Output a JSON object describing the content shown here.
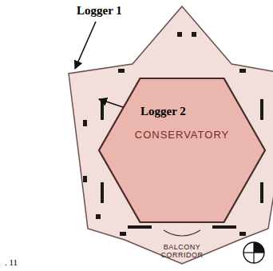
{
  "diagram": {
    "nodes": [
      {
        "text": [
          "CONSERVATORY"
        ]
      }
    ],
    "labels": [
      "Logger 1",
      "Logger 2",
      "BALCONY CORRIDOR",
      ". 11"
    ]
  }
}
